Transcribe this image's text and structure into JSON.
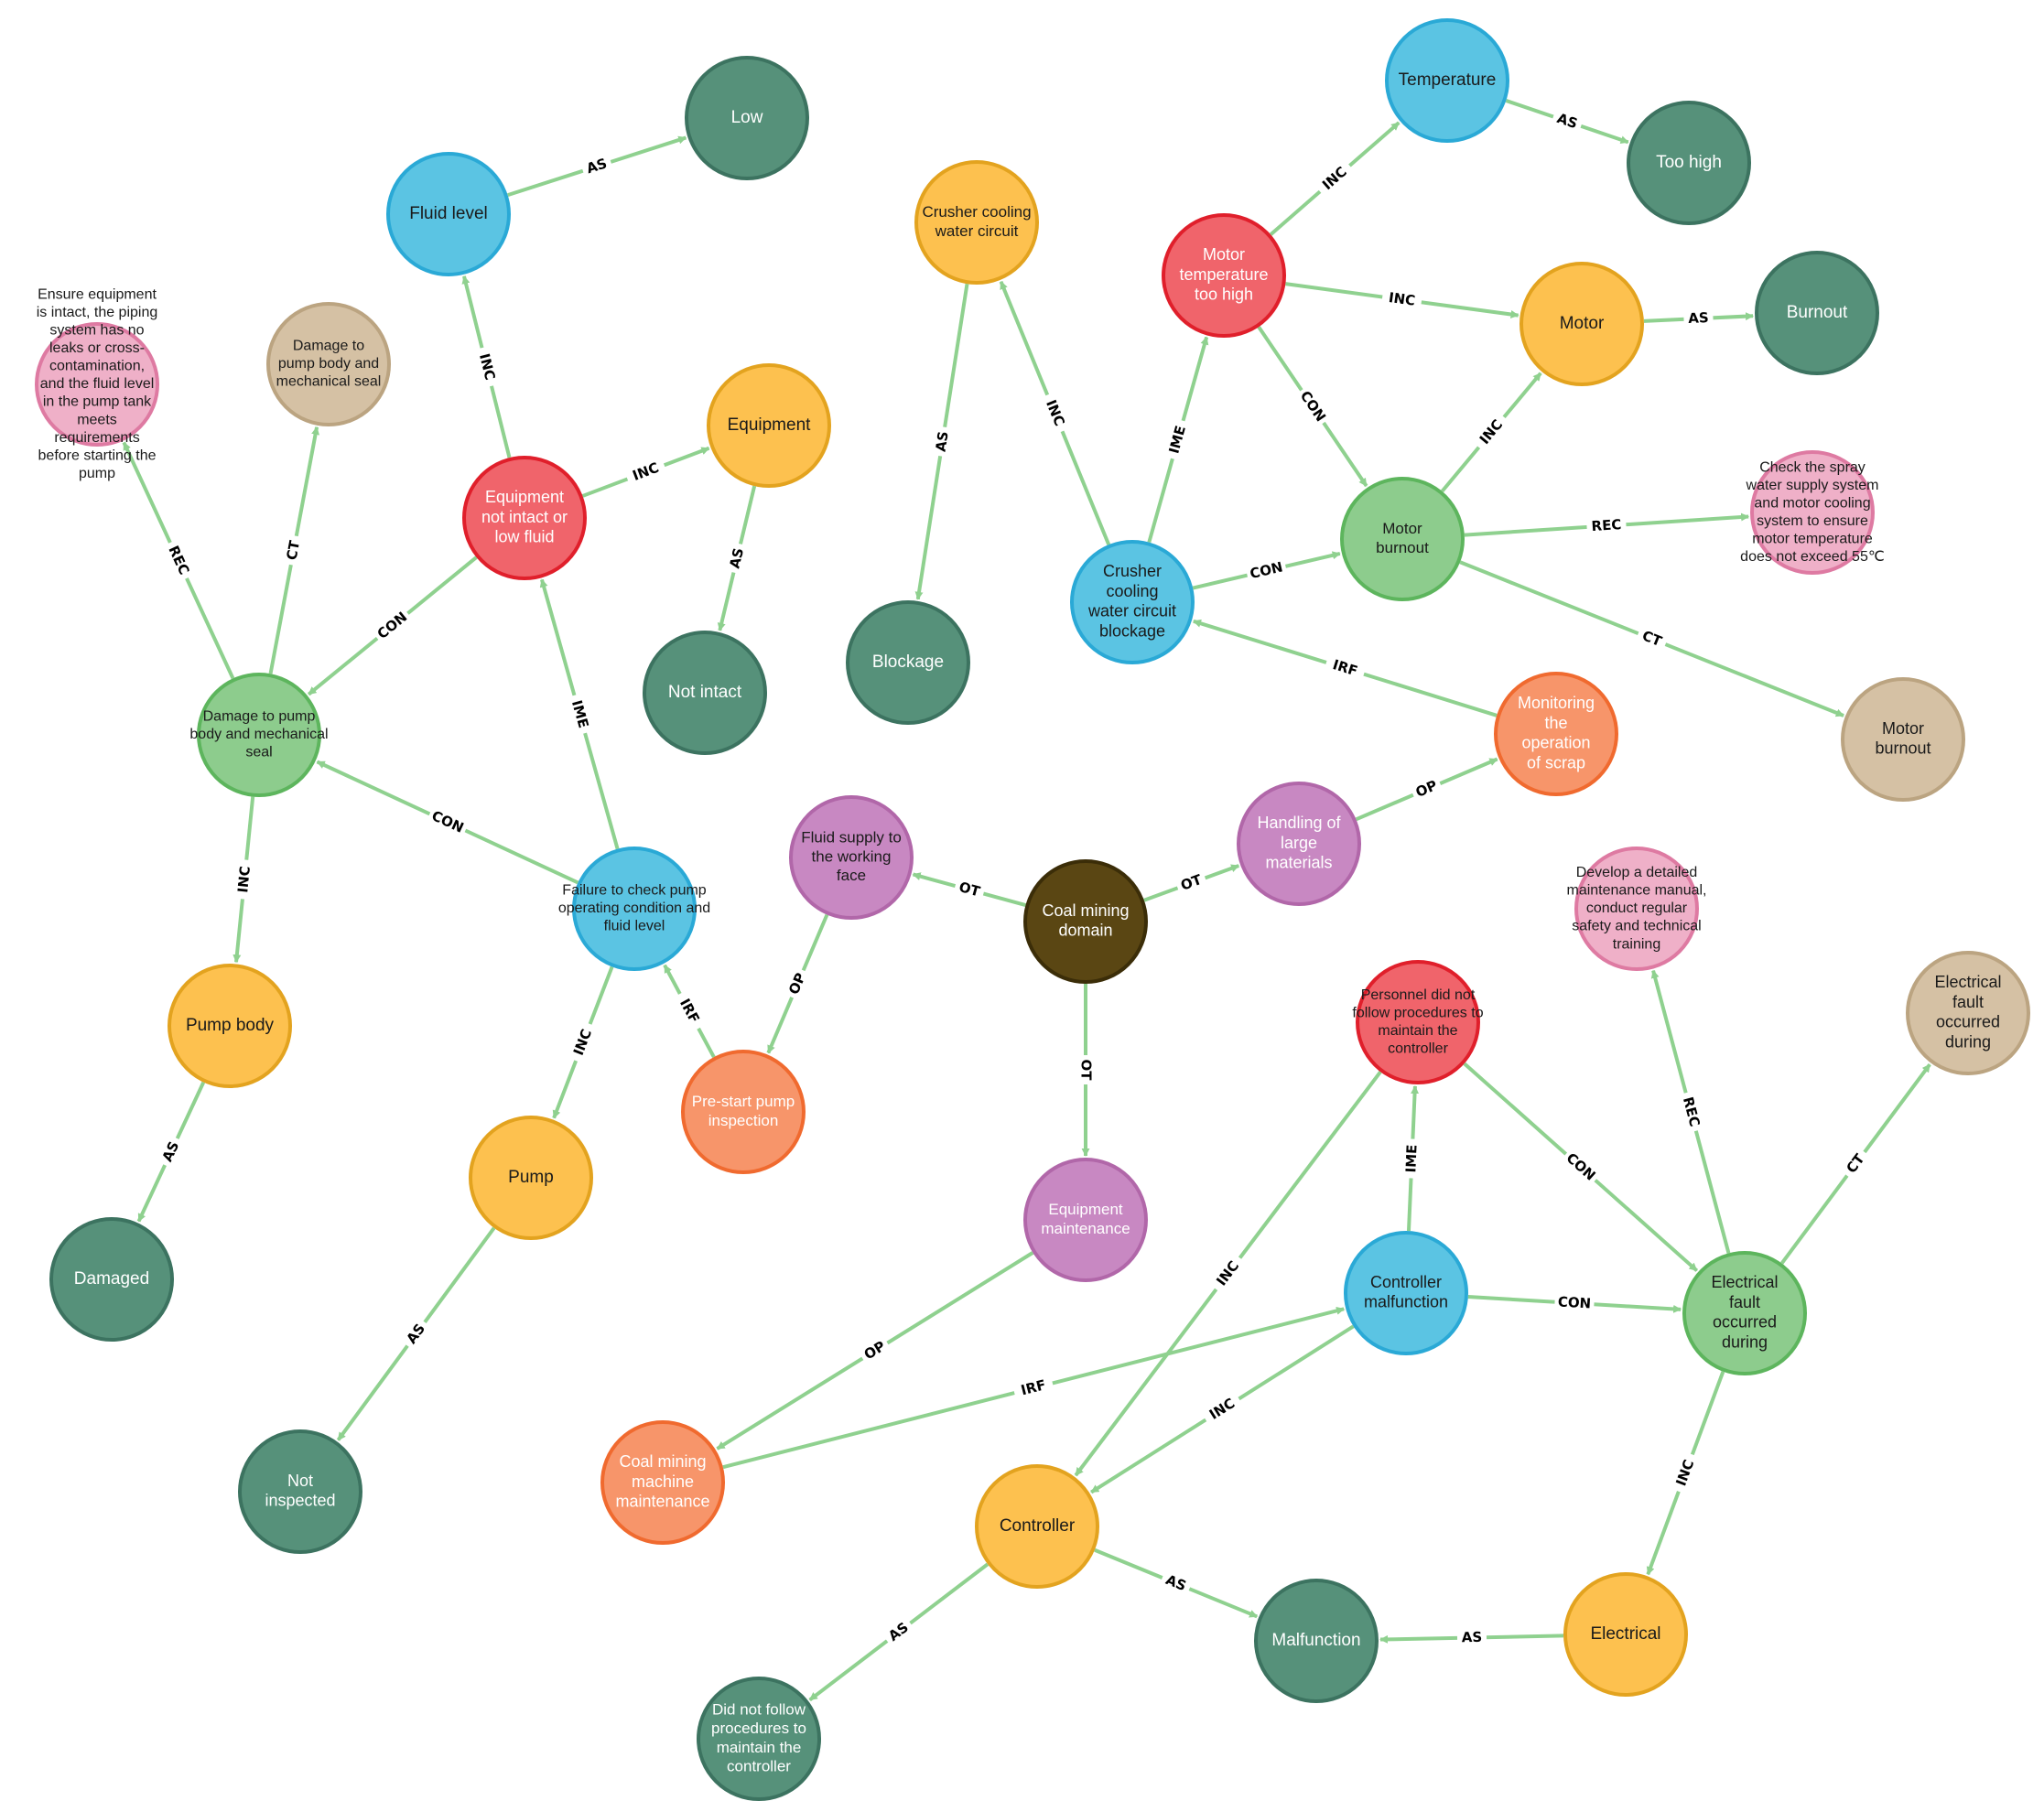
{
  "palette": {
    "edge": "#8fd18f",
    "blue": "#5bc4e3",
    "blue_stroke": "#2aa9d6",
    "red": "#f0646b",
    "red_stroke": "#e01f2b",
    "yellow": "#fdc14f",
    "yellow_stroke": "#e3a31f",
    "teal": "#56917a",
    "teal_stroke": "#3c7360",
    "green": "#8dcc8d",
    "green_stroke": "#5db55d",
    "purple": "#c888c2",
    "purple_stroke": "#b167a9",
    "orange": "#f7956a",
    "orange_stroke": "#f06a2f",
    "pink": "#efb0c8",
    "pink_stroke": "#de7aa2",
    "tan": "#d5c1a4",
    "tan_stroke": "#bba481",
    "brown": "#5a4613",
    "brown_stroke": "#3b2d08"
  },
  "nodes": [
    {
      "id": "coal",
      "lines": [
        "Coal mining",
        "domain"
      ],
      "color": "brown",
      "text": "light"
    },
    {
      "id": "fluidsupply",
      "lines": [
        "Fluid supply to",
        "the working",
        "face"
      ],
      "color": "purple",
      "text": "dark"
    },
    {
      "id": "handling",
      "lines": [
        "Handling of",
        "large",
        "materials"
      ],
      "color": "purple",
      "text": "light"
    },
    {
      "id": "equipmaint",
      "lines": [
        "Equipment",
        "maintenance"
      ],
      "color": "purple",
      "text": "light"
    },
    {
      "id": "prestart",
      "lines": [
        "Pre-start pump",
        "inspection"
      ],
      "color": "orange",
      "text": "light"
    },
    {
      "id": "monitoring",
      "lines": [
        "Monitoring",
        "the",
        "operation",
        "of scrap"
      ],
      "color": "orange",
      "text": "light"
    },
    {
      "id": "coalmachine",
      "lines": [
        "Coal mining",
        "machine",
        "maintenance"
      ],
      "color": "orange",
      "text": "light"
    },
    {
      "id": "failcheck",
      "lines": [
        "Failure to check pump",
        "operating condition and",
        "fluid level"
      ],
      "color": "blue",
      "text": "dark"
    },
    {
      "id": "crusherblock",
      "lines": [
        "Crusher",
        "cooling",
        "water circuit",
        "blockage"
      ],
      "color": "blue",
      "text": "dark"
    },
    {
      "id": "ctrlmal",
      "lines": [
        "Controller",
        "malfunction"
      ],
      "color": "blue",
      "text": "dark"
    },
    {
      "id": "fluidlevel",
      "lines": [
        "Fluid level"
      ],
      "color": "blue",
      "text": "dark"
    },
    {
      "id": "temperature",
      "lines": [
        "Temperature"
      ],
      "color": "blue",
      "text": "dark"
    },
    {
      "id": "equipnotintact",
      "lines": [
        "Equipment",
        "not intact or",
        "low fluid"
      ],
      "color": "red",
      "text": "light"
    },
    {
      "id": "motortemp",
      "lines": [
        "Motor",
        "temperature",
        "too high"
      ],
      "color": "red",
      "text": "light"
    },
    {
      "id": "personnel",
      "lines": [
        "Personnel did not",
        "follow procedures to",
        "maintain the",
        "controller"
      ],
      "color": "red",
      "text": "dark"
    },
    {
      "id": "damagepump",
      "lines": [
        "Damage to pump",
        "body and mechanical",
        "seal"
      ],
      "color": "green",
      "text": "dark"
    },
    {
      "id": "motorburnout",
      "lines": [
        "Motor",
        "burnout"
      ],
      "color": "green",
      "text": "dark"
    },
    {
      "id": "elecfault",
      "lines": [
        "Electrical",
        "fault",
        "occurred",
        "during"
      ],
      "color": "green",
      "text": "dark"
    },
    {
      "id": "pumpbody",
      "lines": [
        "Pump body"
      ],
      "color": "yellow",
      "text": "dark"
    },
    {
      "id": "pump",
      "lines": [
        "Pump"
      ],
      "color": "yellow",
      "text": "dark"
    },
    {
      "id": "equipment",
      "lines": [
        "Equipment"
      ],
      "color": "yellow",
      "text": "dark"
    },
    {
      "id": "crushercircuit",
      "lines": [
        "Crusher cooling",
        "water circuit"
      ],
      "color": "yellow",
      "text": "dark"
    },
    {
      "id": "motor",
      "lines": [
        "Motor"
      ],
      "color": "yellow",
      "text": "dark"
    },
    {
      "id": "controller",
      "lines": [
        "Controller"
      ],
      "color": "yellow",
      "text": "dark"
    },
    {
      "id": "electrical",
      "lines": [
        "Electrical"
      ],
      "color": "yellow",
      "text": "dark"
    },
    {
      "id": "low",
      "lines": [
        "Low"
      ],
      "color": "teal",
      "text": "light"
    },
    {
      "id": "notintact",
      "lines": [
        "Not intact"
      ],
      "color": "teal",
      "text": "light"
    },
    {
      "id": "blockage",
      "lines": [
        "Blockage"
      ],
      "color": "teal",
      "text": "light"
    },
    {
      "id": "toohigh",
      "lines": [
        "Too high"
      ],
      "color": "teal",
      "text": "light"
    },
    {
      "id": "burnout",
      "lines": [
        "Burnout"
      ],
      "color": "teal",
      "text": "light"
    },
    {
      "id": "damaged",
      "lines": [
        "Damaged"
      ],
      "color": "teal",
      "text": "light"
    },
    {
      "id": "notinspected",
      "lines": [
        "Not",
        "inspected"
      ],
      "color": "teal",
      "text": "light"
    },
    {
      "id": "malfunction",
      "lines": [
        "Malfunction"
      ],
      "color": "teal",
      "text": "light"
    },
    {
      "id": "didnotfollow",
      "lines": [
        "Did not follow",
        "procedures to",
        "maintain the",
        "controller"
      ],
      "color": "teal",
      "text": "light"
    },
    {
      "id": "ensurerec",
      "lines": [
        "Ensure equipment",
        "is intact, the piping",
        "system has no",
        "leaks or cross-",
        "contamination,",
        "and the fluid level",
        "in the pump tank",
        "meets",
        "requirements",
        "before starting the",
        "pump"
      ],
      "color": "pink",
      "text": "dark"
    },
    {
      "id": "checkrec",
      "lines": [
        "Check the spray",
        "water supply system",
        "and motor cooling",
        "system to ensure",
        "motor temperature",
        "does not exceed 55℃"
      ],
      "color": "pink",
      "text": "dark"
    },
    {
      "id": "developrec",
      "lines": [
        "Develop a detailed",
        "maintenance manual,",
        "conduct regular",
        "safety and technical",
        "training"
      ],
      "color": "pink",
      "text": "dark"
    },
    {
      "id": "damagect",
      "lines": [
        "Damage to",
        "pump body and",
        "mechanical seal"
      ],
      "color": "tan",
      "text": "dark"
    },
    {
      "id": "motorburnct",
      "lines": [
        "Motor",
        "burnout"
      ],
      "color": "tan",
      "text": "dark"
    },
    {
      "id": "elecct",
      "lines": [
        "Electrical",
        "fault",
        "occurred",
        "during"
      ],
      "color": "tan",
      "text": "dark"
    }
  ],
  "edges": [
    {
      "from": "coal",
      "to": "fluidsupply",
      "label": "OT"
    },
    {
      "from": "coal",
      "to": "handling",
      "label": "OT"
    },
    {
      "from": "coal",
      "to": "equipmaint",
      "label": "OT"
    },
    {
      "from": "fluidsupply",
      "to": "prestart",
      "label": "OP"
    },
    {
      "from": "handling",
      "to": "monitoring",
      "label": "OP"
    },
    {
      "from": "equipmaint",
      "to": "coalmachine",
      "label": "OP"
    },
    {
      "from": "prestart",
      "to": "failcheck",
      "label": "IRF"
    },
    {
      "from": "monitoring",
      "to": "crusherblock",
      "label": "IRF"
    },
    {
      "from": "coalmachine",
      "to": "ctrlmal",
      "label": "IRF"
    },
    {
      "from": "failcheck",
      "to": "equipnotintact",
      "label": "IME"
    },
    {
      "from": "failcheck",
      "to": "damagepump",
      "label": "CON"
    },
    {
      "from": "failcheck",
      "to": "pump",
      "label": "INC"
    },
    {
      "from": "equipnotintact",
      "to": "fluidlevel",
      "label": "INC"
    },
    {
      "from": "equipnotintact",
      "to": "equipment",
      "label": "INC"
    },
    {
      "from": "equipnotintact",
      "to": "damagepump",
      "label": "CON"
    },
    {
      "from": "fluidlevel",
      "to": "low",
      "label": "AS"
    },
    {
      "from": "equipment",
      "to": "notintact",
      "label": "AS"
    },
    {
      "from": "damagepump",
      "to": "ensurerec",
      "label": "REC"
    },
    {
      "from": "damagepump",
      "to": "damagect",
      "label": "CT"
    },
    {
      "from": "damagepump",
      "to": "pumpbody",
      "label": "INC"
    },
    {
      "from": "pumpbody",
      "to": "damaged",
      "label": "AS"
    },
    {
      "from": "pump",
      "to": "notinspected",
      "label": "AS"
    },
    {
      "from": "crusherblock",
      "to": "crushercircuit",
      "label": "INC"
    },
    {
      "from": "crusherblock",
      "to": "motortemp",
      "label": "IME"
    },
    {
      "from": "crusherblock",
      "to": "motorburnout",
      "label": "CON"
    },
    {
      "from": "crushercircuit",
      "to": "blockage",
      "label": "AS"
    },
    {
      "from": "motortemp",
      "to": "temperature",
      "label": "INC"
    },
    {
      "from": "motortemp",
      "to": "motor",
      "label": "INC"
    },
    {
      "from": "motortemp",
      "to": "motorburnout",
      "label": "CON"
    },
    {
      "from": "temperature",
      "to": "toohigh",
      "label": "AS"
    },
    {
      "from": "motor",
      "to": "burnout",
      "label": "AS"
    },
    {
      "from": "motorburnout",
      "to": "motor",
      "label": "INC"
    },
    {
      "from": "motorburnout",
      "to": "checkrec",
      "label": "REC"
    },
    {
      "from": "motorburnout",
      "to": "motorburnct",
      "label": "CT"
    },
    {
      "from": "ctrlmal",
      "to": "personnel",
      "label": "IME"
    },
    {
      "from": "ctrlmal",
      "to": "elecfault",
      "label": "CON"
    },
    {
      "from": "ctrlmal",
      "to": "controller",
      "label": "INC"
    },
    {
      "from": "personnel",
      "to": "controller",
      "label": "INC"
    },
    {
      "from": "personnel",
      "to": "elecfault",
      "label": "CON"
    },
    {
      "from": "elecfault",
      "to": "developrec",
      "label": "REC"
    },
    {
      "from": "elecfault",
      "to": "elecct",
      "label": "CT"
    },
    {
      "from": "elecfault",
      "to": "electrical",
      "label": "INC"
    },
    {
      "from": "controller",
      "to": "malfunction",
      "label": "AS"
    },
    {
      "from": "controller",
      "to": "didnotfollow",
      "label": "AS"
    },
    {
      "from": "electrical",
      "to": "malfunction",
      "label": "AS"
    }
  ]
}
